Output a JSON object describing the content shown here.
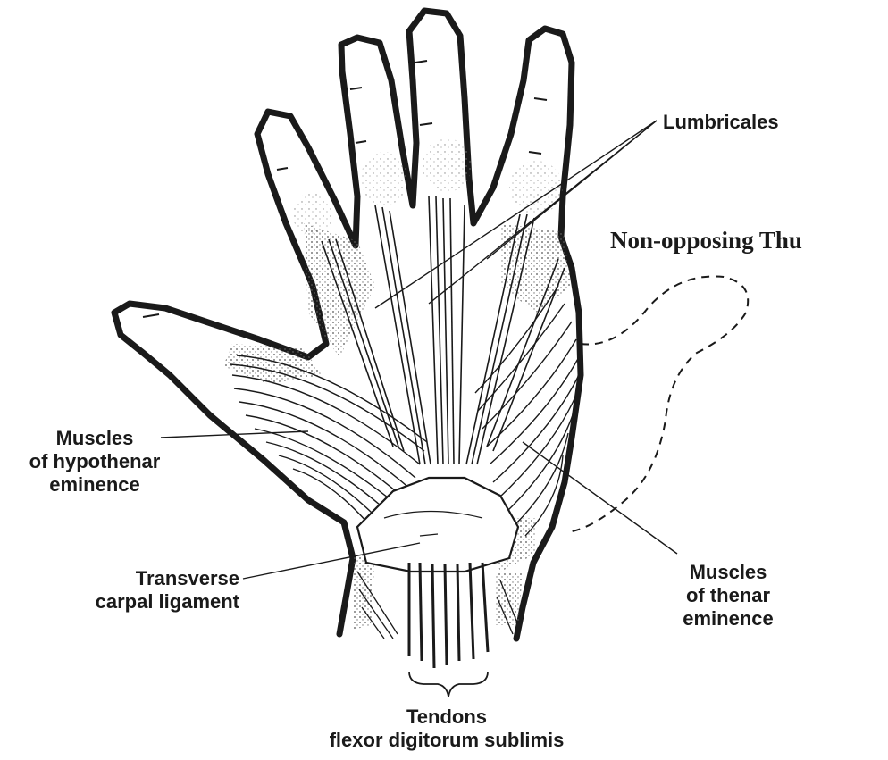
{
  "labels": {
    "lumbricales": "Lumbricales",
    "non_opposing_thumb": "Non-opposing Thu",
    "hypothenar": [
      "Muscles",
      "of hypothenar",
      "eminence"
    ],
    "transverse_carpal": [
      "Transverse",
      "carpal ligament"
    ],
    "thenar": [
      "Muscles",
      "of thenar",
      "eminence"
    ],
    "tendons": [
      "Tendons",
      "flexor digitorum sublimis"
    ]
  },
  "colors": {
    "ink": "#1a1a1a",
    "paper": "#ffffff",
    "stipple": "#555555"
  }
}
